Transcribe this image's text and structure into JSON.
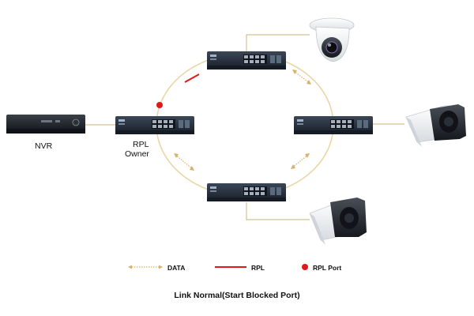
{
  "nodes": {
    "nvr_label": "NVR",
    "rpl_owner_label_line1": "RPL",
    "rpl_owner_label_line2": "Owner"
  },
  "legend": {
    "data_label": "DATA",
    "rpl_label": "RPL",
    "rpl_port_label": "RPL Port"
  },
  "caption": "Link Normal(Start Blocked Port)",
  "colors": {
    "ring": "#e7cf9a",
    "data_arrow": "#d8b46a",
    "rpl_link": "#e01818",
    "rpl_port": "#e01818",
    "link_line": "#c9ab6a",
    "switch_body": "#2b3440",
    "switch_front": "#1b2230",
    "port_block": "#6a7686",
    "nvr_body": "#22272f"
  },
  "icons": {
    "nvr": "nvr-recorder-icon",
    "switch": "network-switch-icon",
    "dome_camera": "dome-camera-icon",
    "bullet_camera": "bullet-camera-icon"
  }
}
